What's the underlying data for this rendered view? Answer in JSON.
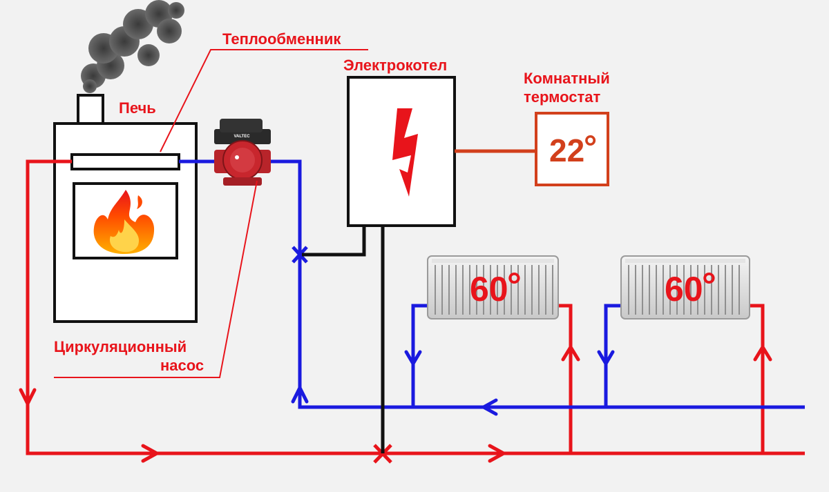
{
  "labels": {
    "heat_exchanger": "Теплообменник",
    "stove": "Печь",
    "electric_boiler": "Электрокотел",
    "room_thermostat_line1": "Комнатный",
    "room_thermostat_line2": "термостат",
    "pump_line1": "Циркуляционный",
    "pump_line2": "насос"
  },
  "thermostat": {
    "value": "22",
    "unit": "°"
  },
  "radiators": [
    {
      "value": "60",
      "unit": "°"
    },
    {
      "value": "60",
      "unit": "°"
    }
  ],
  "pump": {
    "brand": "VALTEC"
  },
  "colors": {
    "supply": "#e8141b",
    "return": "#1a1adf",
    "power": "#111111",
    "thermostat": "#d2401c",
    "label": "#e8141b"
  }
}
